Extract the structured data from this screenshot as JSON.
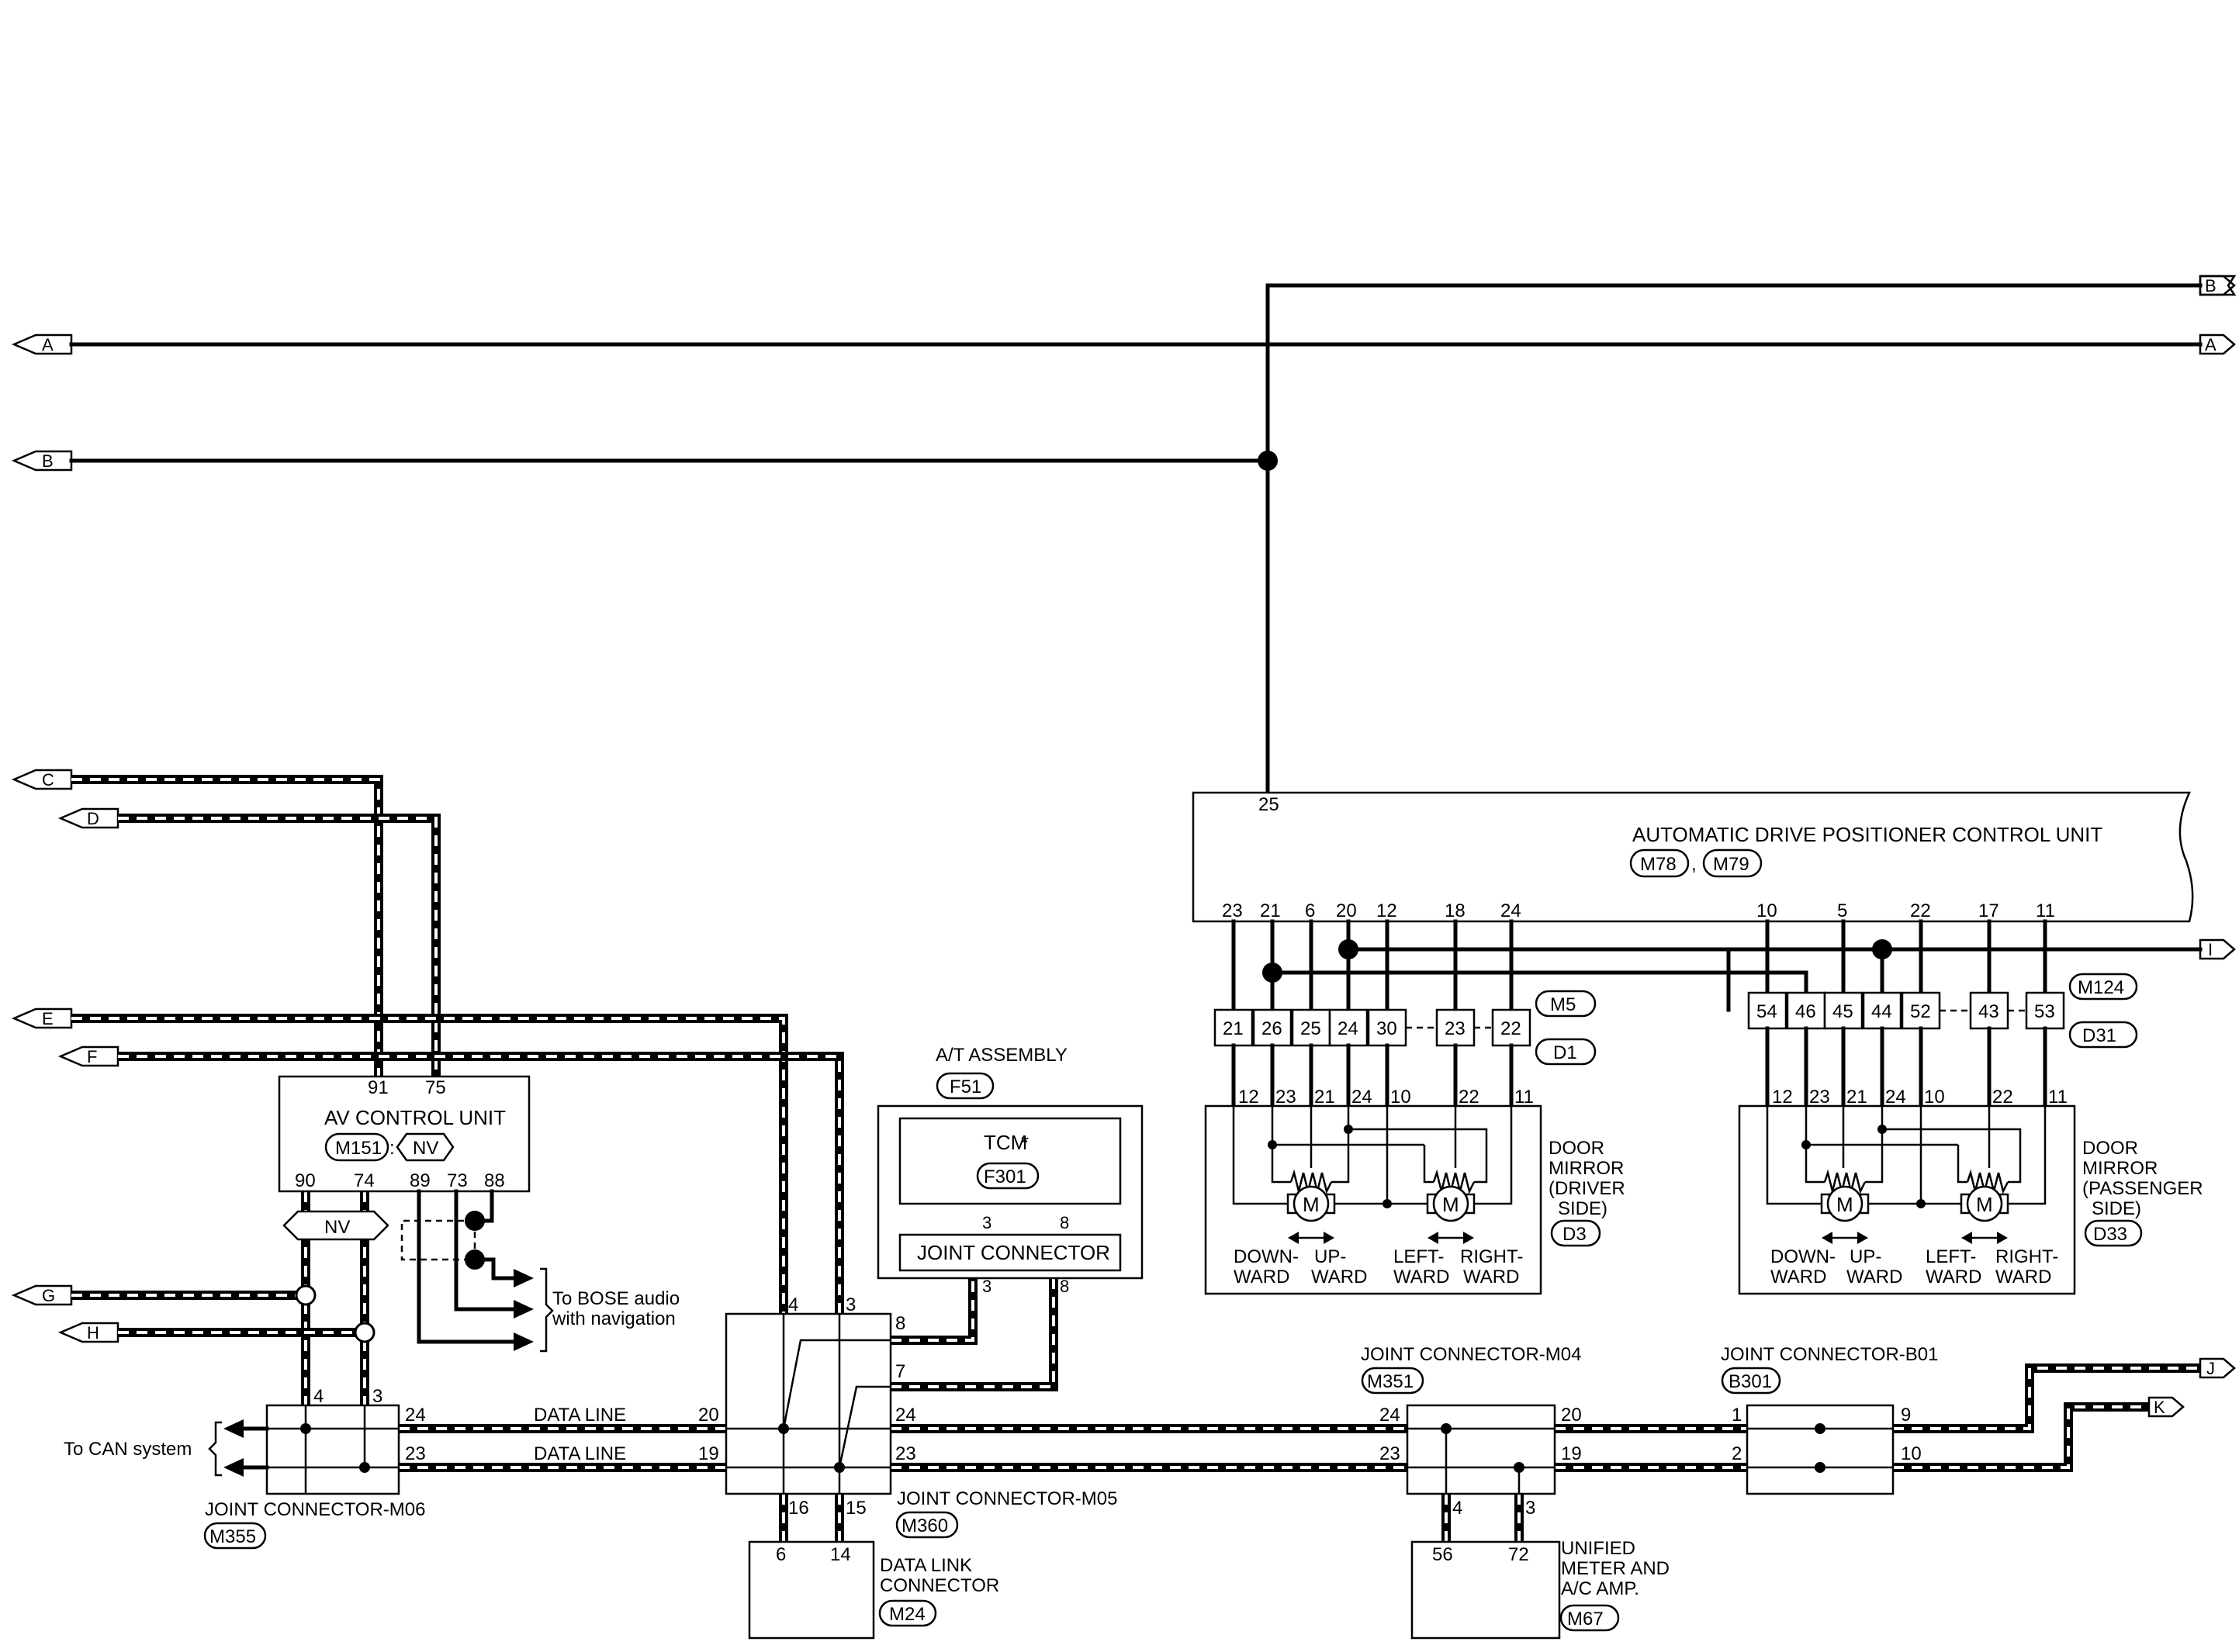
{
  "off_page": {
    "A": "A",
    "B": "B",
    "C": "C",
    "D": "D",
    "E": "E",
    "F": "F",
    "G": "G",
    "H": "H",
    "I": "I",
    "J": "J",
    "K": "K"
  },
  "adp": {
    "title": "AUTOMATIC DRIVE POSITIONER CONTROL UNIT",
    "conn1": "M78",
    "conn2": "M79",
    "sep": ",",
    "top_pin": "25",
    "pins": [
      "23",
      "21",
      "6",
      "20",
      "12",
      "18",
      "24",
      "10",
      "5",
      "22",
      "17",
      "11"
    ]
  },
  "dm_driver": {
    "label": [
      "DOOR",
      "MIRROR",
      "(DRIVER",
      "SIDE)"
    ],
    "conn": "D3",
    "harness_m": "M5",
    "harness_d": "D1",
    "harness_pins": [
      "21",
      "26",
      "25",
      "24",
      "30",
      "23",
      "22"
    ],
    "pins": [
      "12",
      "23",
      "21",
      "24",
      "10",
      "22",
      "11"
    ],
    "dir1": [
      "DOWN-",
      "WARD",
      "UP-",
      "WARD"
    ],
    "dir2": [
      "LEFT-",
      "WARD",
      "RIGHT-",
      "WARD"
    ],
    "motor": "M"
  },
  "dm_pass": {
    "label": [
      "DOOR",
      "MIRROR",
      "(PASSENGER",
      "SIDE)"
    ],
    "conn": "D33",
    "harness_m": "M124",
    "harness_d": "D31",
    "harness_pins": [
      "54",
      "46",
      "45",
      "44",
      "52",
      "43",
      "53"
    ],
    "pins": [
      "12",
      "23",
      "21",
      "24",
      "10",
      "22",
      "11"
    ],
    "dir1": [
      "DOWN-",
      "WARD",
      "UP-",
      "WARD"
    ],
    "dir2": [
      "LEFT-",
      "WARD",
      "RIGHT-",
      "WARD"
    ],
    "motor": "M"
  },
  "av": {
    "title": "AV CONTROL UNIT",
    "conn": "M151",
    "colon": ":",
    "nv": "NV",
    "top_pins": [
      "91",
      "75"
    ],
    "bottom_pins": [
      "90",
      "74",
      "89",
      "73",
      "88"
    ],
    "nv_tag": "NV"
  },
  "bose": [
    "To BOSE audio",
    "with navigation"
  ],
  "at": {
    "title": "A/T ASSEMBLY",
    "conn": "F51",
    "tcm": "TCM",
    "star": "*",
    "tcm_conn": "F301",
    "joint": "JOINT CONNECTOR",
    "pins_top": [
      "3",
      "8"
    ],
    "pins_bottom": [
      "3",
      "8"
    ]
  },
  "m06": {
    "title": "JOINT CONNECTOR-M06",
    "conn": "M355",
    "pins_top": [
      "4",
      "3"
    ],
    "pins_right": [
      "24",
      "23"
    ]
  },
  "can_text": "To CAN system",
  "data_line": "DATA LINE",
  "m05": {
    "title": "JOINT CONNECTOR-M05",
    "conn": "M360",
    "pins_top": [
      "4",
      "3"
    ],
    "pins_right": [
      "8",
      "7",
      "24",
      "23"
    ],
    "pins_left": [
      "20",
      "19"
    ],
    "pins_bottom": [
      "16",
      "15"
    ]
  },
  "dlc": {
    "title": [
      "DATA LINK",
      "CONNECTOR"
    ],
    "conn": "M24",
    "pins": [
      "6",
      "14"
    ]
  },
  "m04": {
    "title": "JOINT CONNECTOR-M04",
    "conn": "M351",
    "pins_left": [
      "24",
      "23"
    ],
    "pins_right": [
      "20",
      "19"
    ],
    "pins_bottom": [
      "4",
      "3"
    ]
  },
  "meter": {
    "title": [
      "UNIFIED",
      "METER AND",
      "A/C AMP."
    ],
    "conn": "M67",
    "pins": [
      "56",
      "72"
    ]
  },
  "b01": {
    "title": "JOINT CONNECTOR-B01",
    "conn": "B301",
    "pins_left": [
      "1",
      "2"
    ],
    "pins_right": [
      "9",
      "10"
    ]
  }
}
